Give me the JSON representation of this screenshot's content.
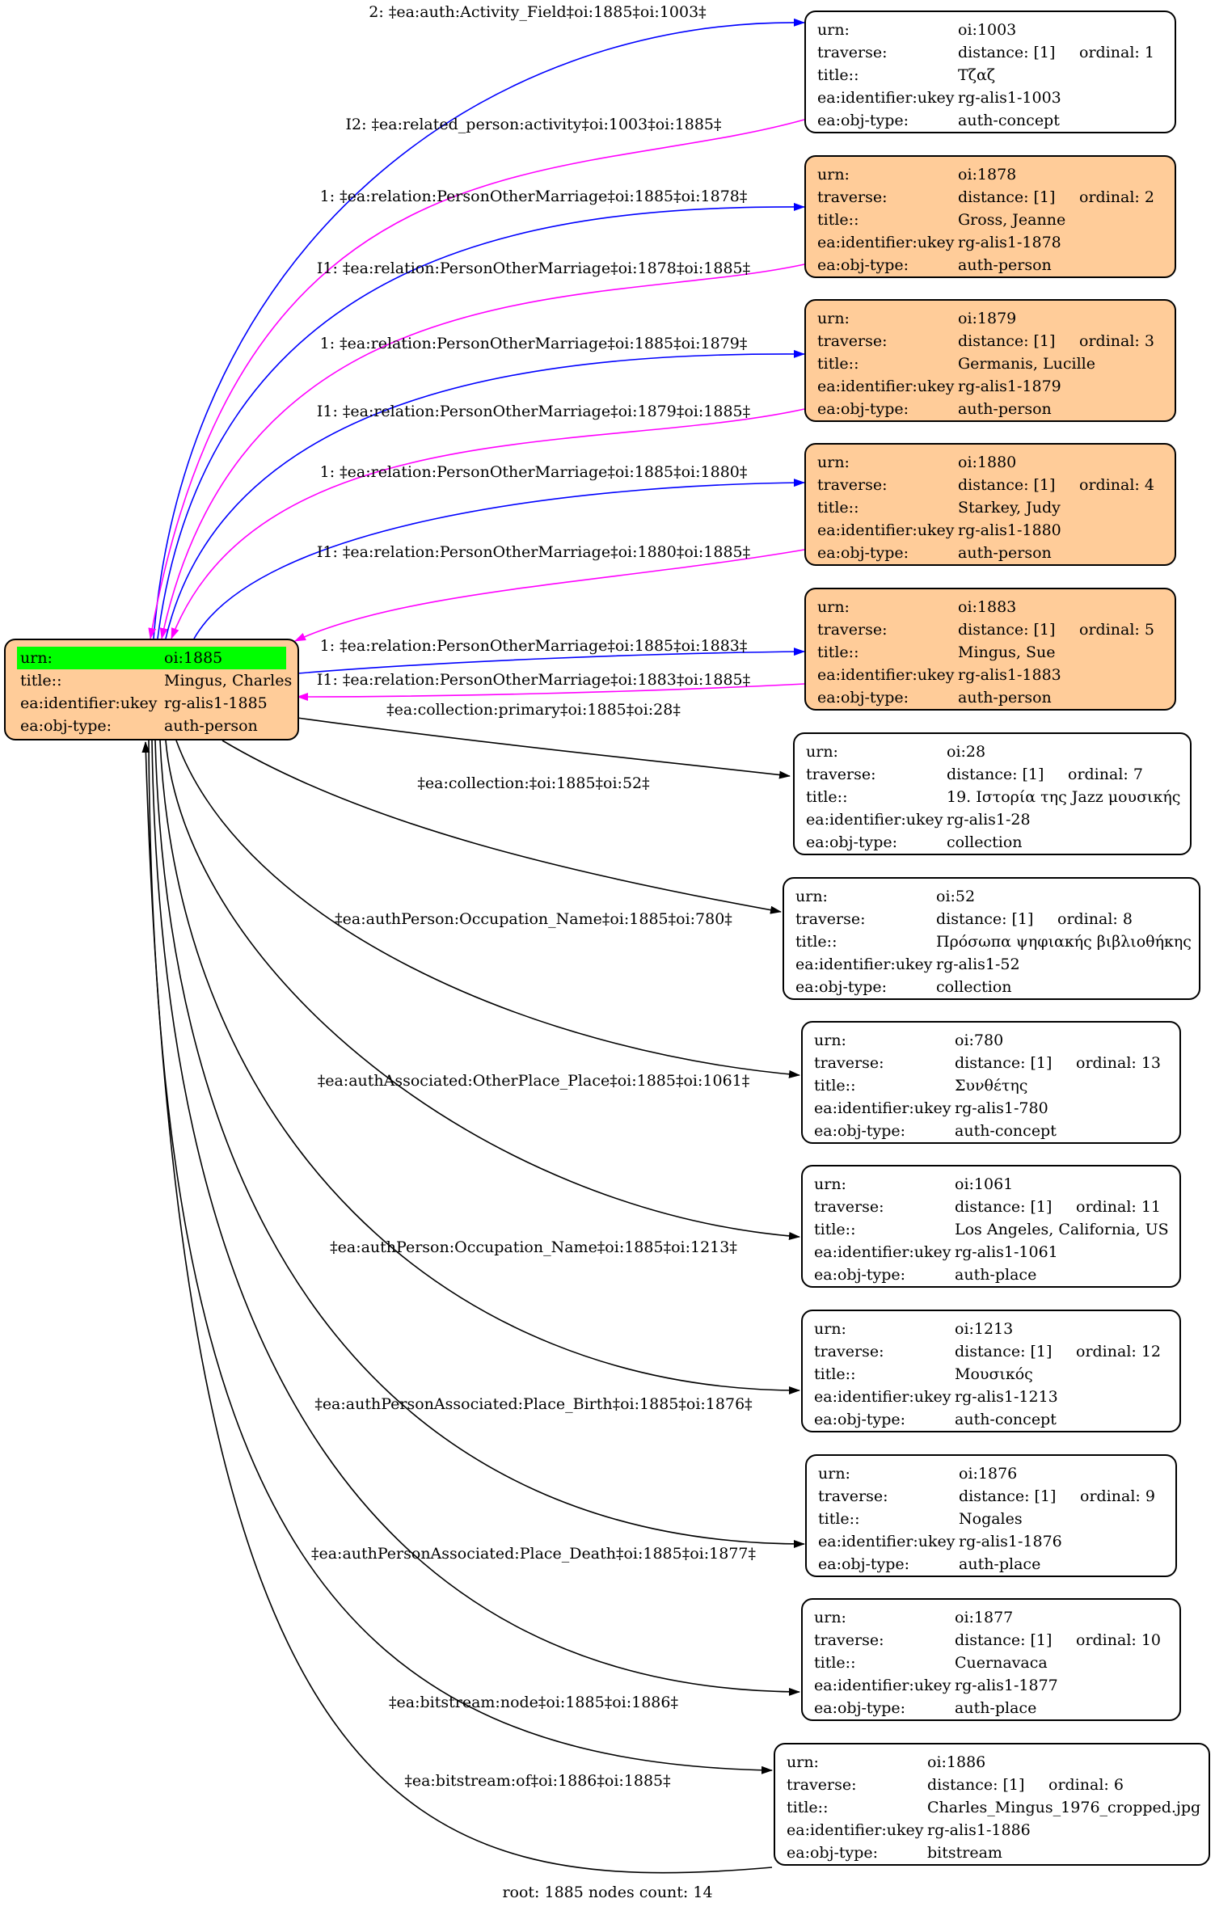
{
  "colors": {
    "relation": "#0000ff",
    "inverse": "#ff00ff",
    "membership": "#000000",
    "root_highlight": "#00ff00",
    "person_fill": "#ffcc99"
  },
  "root": {
    "urn_key": "urn:",
    "urn": "oi:1885",
    "title_key": "title::",
    "title": "Mingus, Charles",
    "ukey_key": "ea:identifier:ukey",
    "ukey": "rg-alis1-1885",
    "type_key": "ea:obj-type:",
    "type": "auth-person"
  },
  "nodes": [
    {
      "urn": "oi:1003",
      "distance": "distance: [1]",
      "ordinal": "ordinal: 1",
      "title": "Τζαζ",
      "ukey": "rg-alis1-1003",
      "type": "auth-concept",
      "kind": "plain"
    },
    {
      "urn": "oi:1878",
      "distance": "distance: [1]",
      "ordinal": "ordinal: 2",
      "title": "Gross, Jeanne",
      "ukey": "rg-alis1-1878",
      "type": "auth-person",
      "kind": "person"
    },
    {
      "urn": "oi:1879",
      "distance": "distance: [1]",
      "ordinal": "ordinal: 3",
      "title": "Germanis, Lucille",
      "ukey": "rg-alis1-1879",
      "type": "auth-person",
      "kind": "person"
    },
    {
      "urn": "oi:1880",
      "distance": "distance: [1]",
      "ordinal": "ordinal: 4",
      "title": "Starkey, Judy",
      "ukey": "rg-alis1-1880",
      "type": "auth-person",
      "kind": "person"
    },
    {
      "urn": "oi:1883",
      "distance": "distance: [1]",
      "ordinal": "ordinal: 5",
      "title": "Mingus, Sue",
      "ukey": "rg-alis1-1883",
      "type": "auth-person",
      "kind": "person"
    },
    {
      "urn": "oi:28",
      "distance": "distance: [1]",
      "ordinal": "ordinal: 7",
      "title": "19. Ιστορία της Jazz μουσικής",
      "ukey": "rg-alis1-28",
      "type": "collection",
      "kind": "plain"
    },
    {
      "urn": "oi:52",
      "distance": "distance: [1]",
      "ordinal": "ordinal: 8",
      "title": "Πρόσωπα ψηφιακής βιβλιοθήκης",
      "ukey": "rg-alis1-52",
      "type": "collection",
      "kind": "plain"
    },
    {
      "urn": "oi:780",
      "distance": "distance: [1]",
      "ordinal": "ordinal: 13",
      "title": "Συνθέτης",
      "ukey": "rg-alis1-780",
      "type": "auth-concept",
      "kind": "plain"
    },
    {
      "urn": "oi:1061",
      "distance": "distance: [1]",
      "ordinal": "ordinal: 11",
      "title": "Los Angeles, California, US",
      "ukey": "rg-alis1-1061",
      "type": "auth-place",
      "kind": "plain"
    },
    {
      "urn": "oi:1213",
      "distance": "distance: [1]",
      "ordinal": "ordinal: 12",
      "title": "Μουσικός",
      "ukey": "rg-alis1-1213",
      "type": "auth-concept",
      "kind": "plain"
    },
    {
      "urn": "oi:1876",
      "distance": "distance: [1]",
      "ordinal": "ordinal: 9",
      "title": "Nogales",
      "ukey": "rg-alis1-1876",
      "type": "auth-place",
      "kind": "plain"
    },
    {
      "urn": "oi:1877",
      "distance": "distance: [1]",
      "ordinal": "ordinal: 10",
      "title": "Cuernavaca",
      "ukey": "rg-alis1-1877",
      "type": "auth-place",
      "kind": "plain"
    },
    {
      "urn": "oi:1886",
      "distance": "distance: [1]",
      "ordinal": "ordinal: 6",
      "title": "Charles_Mingus_1976_cropped.jpg",
      "ukey": "rg-alis1-1886",
      "type": "bitstream",
      "kind": "plain"
    }
  ],
  "field_keys": {
    "urn": "urn:",
    "traverse": "traverse:",
    "title": "title::",
    "ukey": "ea:identifier:ukey",
    "type": "ea:obj-type:"
  },
  "edges": [
    {
      "label": "2: ‡ea:auth:Activity_Field‡oi:1885‡oi:1003‡",
      "kind": "relation"
    },
    {
      "label": "I2: ‡ea:related_person:activity‡oi:1003‡oi:1885‡",
      "kind": "inverse"
    },
    {
      "label": "1: ‡ea:relation:PersonOtherMarriage‡oi:1885‡oi:1878‡",
      "kind": "relation"
    },
    {
      "label": "I1: ‡ea:relation:PersonOtherMarriage‡oi:1878‡oi:1885‡",
      "kind": "inverse"
    },
    {
      "label": "1: ‡ea:relation:PersonOtherMarriage‡oi:1885‡oi:1879‡",
      "kind": "relation"
    },
    {
      "label": "I1: ‡ea:relation:PersonOtherMarriage‡oi:1879‡oi:1885‡",
      "kind": "inverse"
    },
    {
      "label": "1: ‡ea:relation:PersonOtherMarriage‡oi:1885‡oi:1880‡",
      "kind": "relation"
    },
    {
      "label": "I1: ‡ea:relation:PersonOtherMarriage‡oi:1880‡oi:1885‡",
      "kind": "inverse"
    },
    {
      "label": "1: ‡ea:relation:PersonOtherMarriage‡oi:1885‡oi:1883‡",
      "kind": "relation"
    },
    {
      "label": "I1: ‡ea:relation:PersonOtherMarriage‡oi:1883‡oi:1885‡",
      "kind": "inverse"
    },
    {
      "label": "‡ea:collection:primary‡oi:1885‡oi:28‡",
      "kind": "membership"
    },
    {
      "label": "‡ea:collection:‡oi:1885‡oi:52‡",
      "kind": "membership"
    },
    {
      "label": "‡ea:authPerson:Occupation_Name‡oi:1885‡oi:780‡",
      "kind": "membership"
    },
    {
      "label": "‡ea:authAssociated:OtherPlace_Place‡oi:1885‡oi:1061‡",
      "kind": "membership"
    },
    {
      "label": "‡ea:authPerson:Occupation_Name‡oi:1885‡oi:1213‡",
      "kind": "membership"
    },
    {
      "label": "‡ea:authPersonAssociated:Place_Birth‡oi:1885‡oi:1876‡",
      "kind": "membership"
    },
    {
      "label": "‡ea:authPersonAssociated:Place_Death‡oi:1885‡oi:1877‡",
      "kind": "membership"
    },
    {
      "label": "‡ea:bitstream:node‡oi:1885‡oi:1886‡",
      "kind": "membership"
    },
    {
      "label": "‡ea:bitstream:of‡oi:1886‡oi:1885‡",
      "kind": "membership"
    }
  ],
  "footer": "root: 1885 nodes count: 14"
}
